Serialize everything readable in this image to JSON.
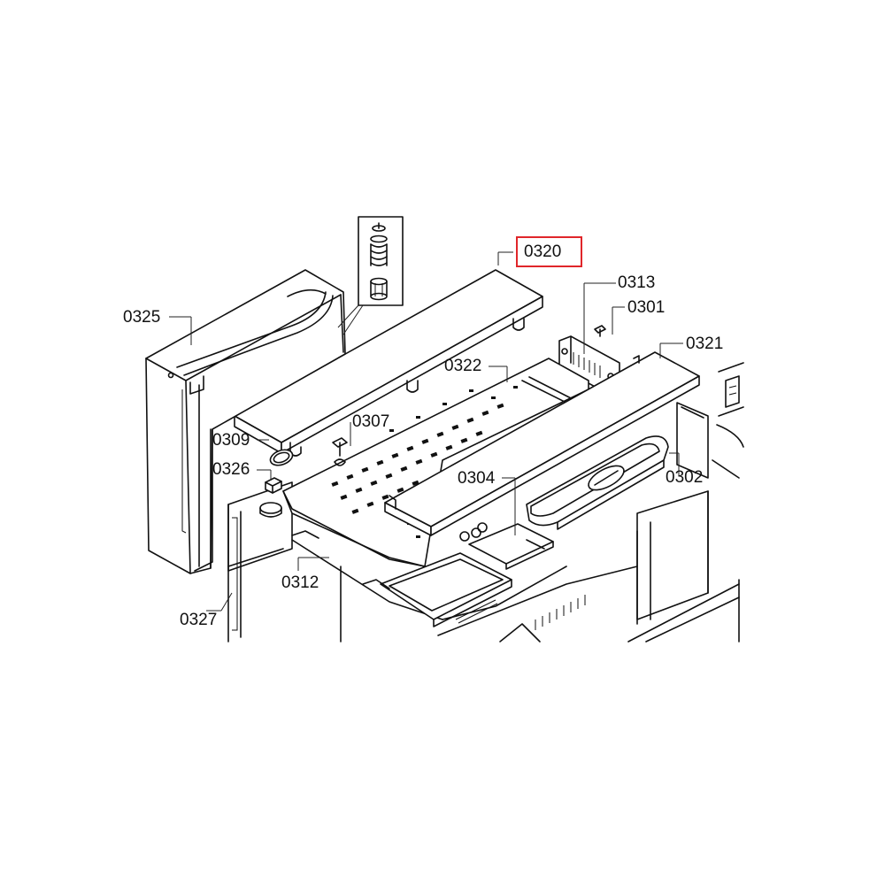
{
  "diagram": {
    "highlight_color": "#e0262a",
    "highlighted_part": "0320",
    "parts": {
      "p0320": "0320",
      "p0313": "0313",
      "p0301": "0301",
      "p0321": "0321",
      "p0325": "0325",
      "p0322": "0322",
      "p0307": "0307",
      "p0309": "0309",
      "p0326": "0326",
      "p0304": "0304",
      "p0302": "0302",
      "p0312": "0312",
      "p0327": "0327"
    }
  }
}
